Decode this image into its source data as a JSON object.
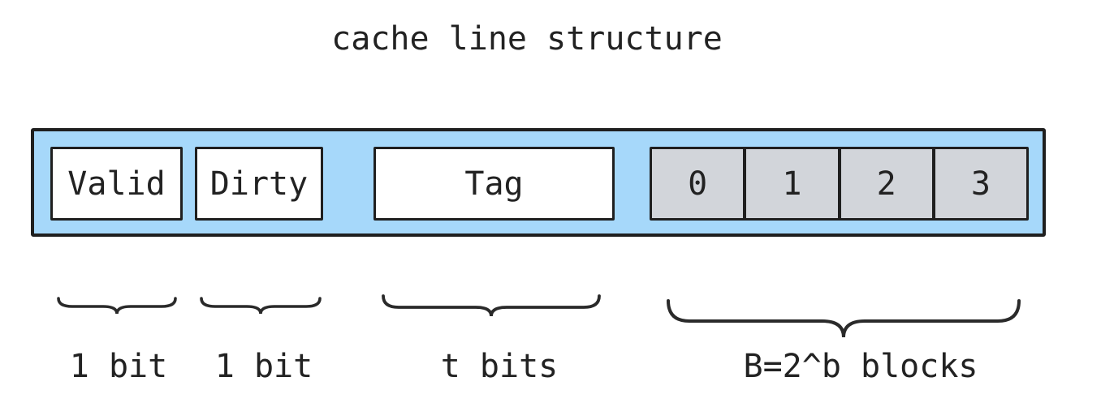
{
  "title": "cache line structure",
  "cache_line": {
    "fields": [
      {
        "label": "Valid",
        "size_label": "1 bit"
      },
      {
        "label": "Dirty",
        "size_label": "1 bit"
      },
      {
        "label": "Tag",
        "size_label": "t bits"
      }
    ],
    "blocks": {
      "cells": [
        "0",
        "1",
        "2",
        "3"
      ],
      "size_label": "B=2^b blocks"
    }
  },
  "colors": {
    "line_fill": "#a6d8fa",
    "block_fill": "#d2d5da",
    "border": "#1f1f1f",
    "brace": "#2a2a2a",
    "text": "#222222"
  }
}
